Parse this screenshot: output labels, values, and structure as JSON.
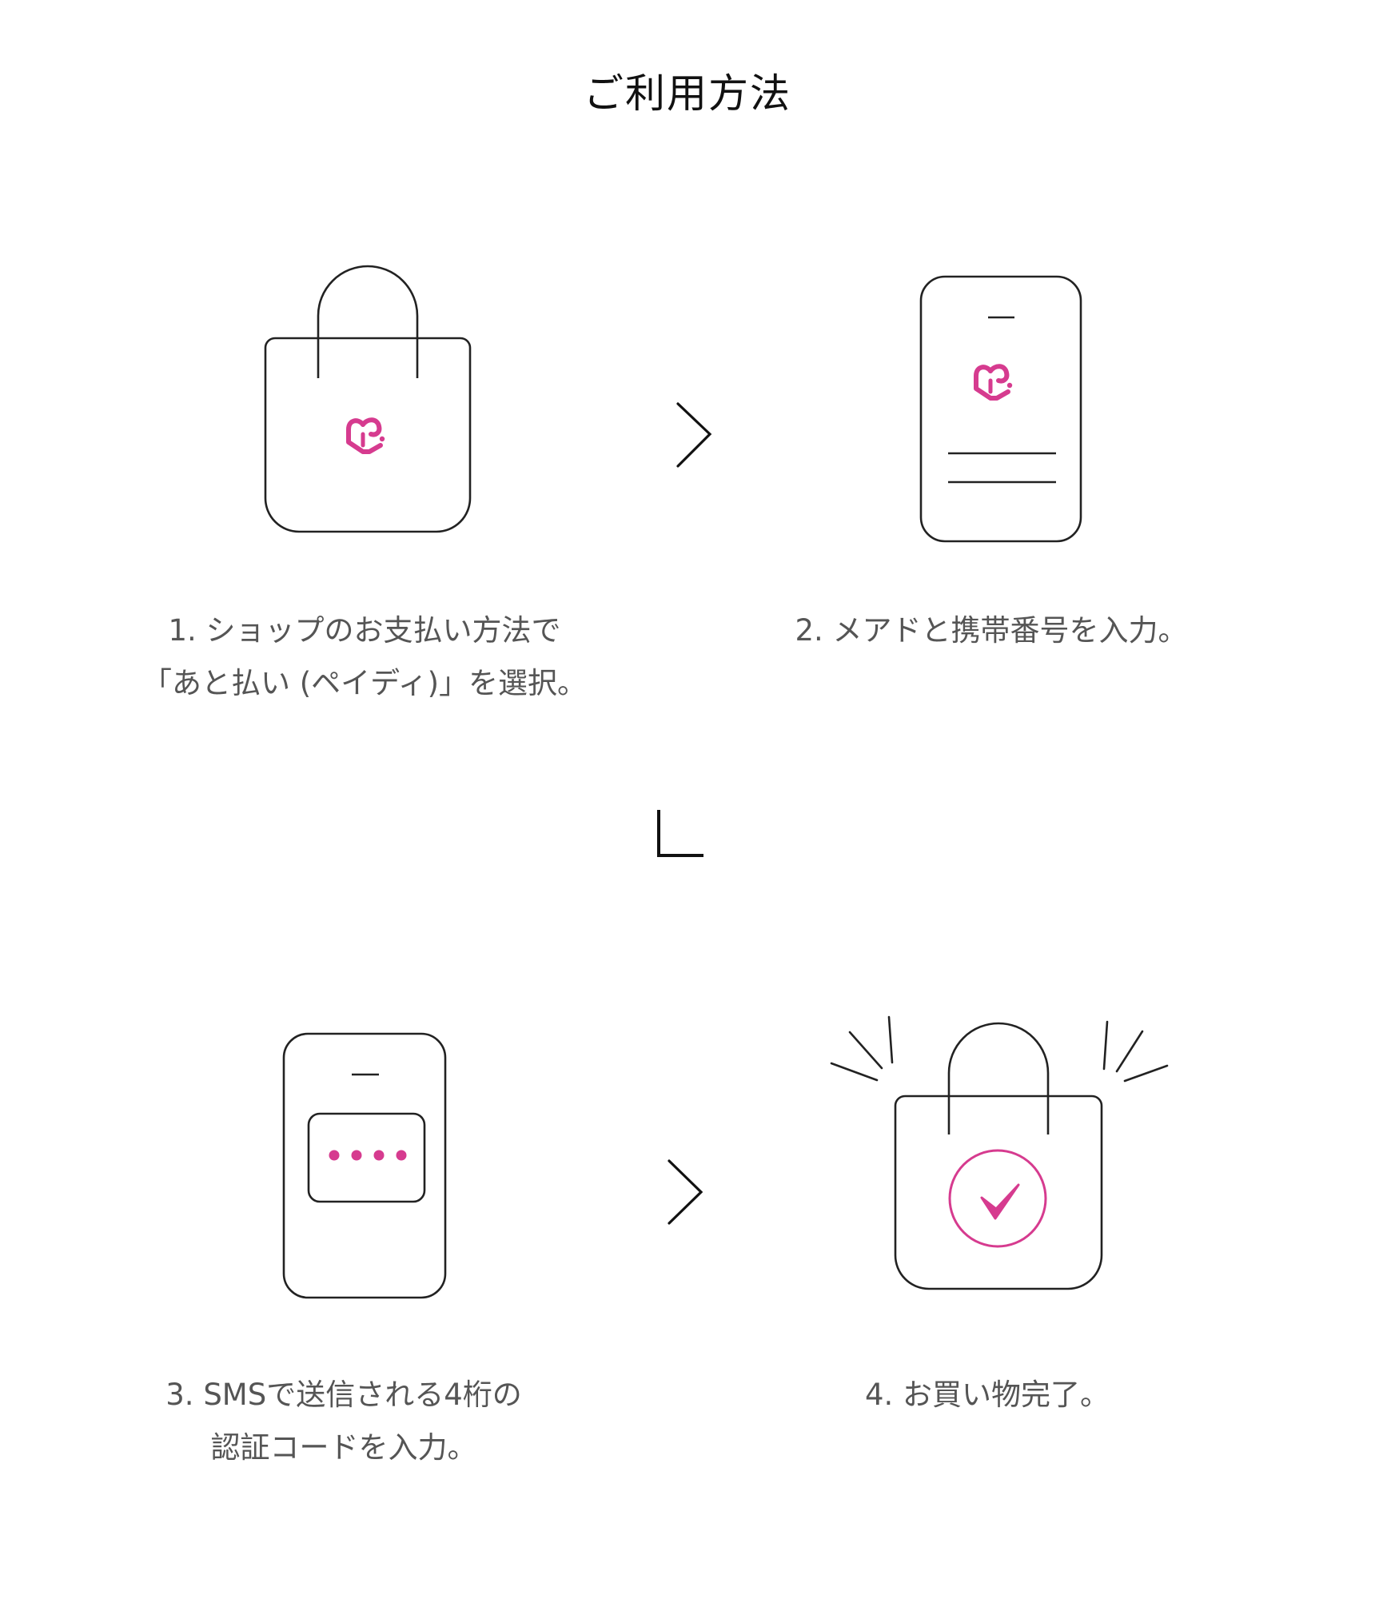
{
  "page": {
    "title": "ご利用方法",
    "accent_color": "#D63B8F",
    "line_color": "#222222",
    "text_color": "#555555"
  },
  "steps": [
    {
      "number": 1,
      "icon": "shopping-bag-with-paidy-logo-icon",
      "lines": [
        "1. ショップのお支払い方法で",
        "「あと払い (ペイディ)」を選択。"
      ]
    },
    {
      "number": 2,
      "icon": "smartphone-with-paidy-logo-icon",
      "lines": [
        "2. メアドと携帯番号を入力。"
      ]
    },
    {
      "number": 3,
      "icon": "smartphone-sms-code-icon",
      "lines": [
        "3. SMSで送信される4桁の",
        "認証コードを入力。"
      ]
    },
    {
      "number": 4,
      "icon": "shopping-bag-check-complete-icon",
      "lines": [
        "4. お買い物完了。"
      ]
    }
  ],
  "connectors": [
    "chevron-right-icon",
    "corner-down-left-icon",
    "chevron-right-icon"
  ]
}
